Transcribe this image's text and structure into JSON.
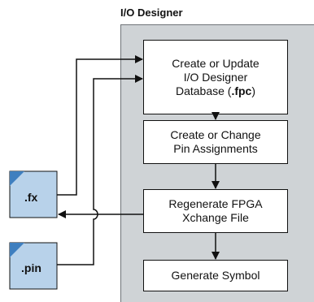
{
  "diagram": {
    "title": "I/O Designer",
    "steps": [
      {
        "line1": "Create or Update",
        "line2": "I/O Designer",
        "line3a": "Database (",
        "line3b": ".fpc",
        "line3c": ")"
      },
      {
        "line1": "Create or Change",
        "line2": "Pin Assignments"
      },
      {
        "line1": "Regenerate FPGA",
        "line2": "Xchange File"
      },
      {
        "line1": "Generate Symbol"
      }
    ],
    "files": [
      {
        "label": ".fx"
      },
      {
        "label": ".pin"
      }
    ],
    "colors": {
      "panel": "#cfd3d6",
      "file_fill": "#b8d2ea",
      "file_corner": "#3f7fbf",
      "line": "#111111"
    }
  }
}
